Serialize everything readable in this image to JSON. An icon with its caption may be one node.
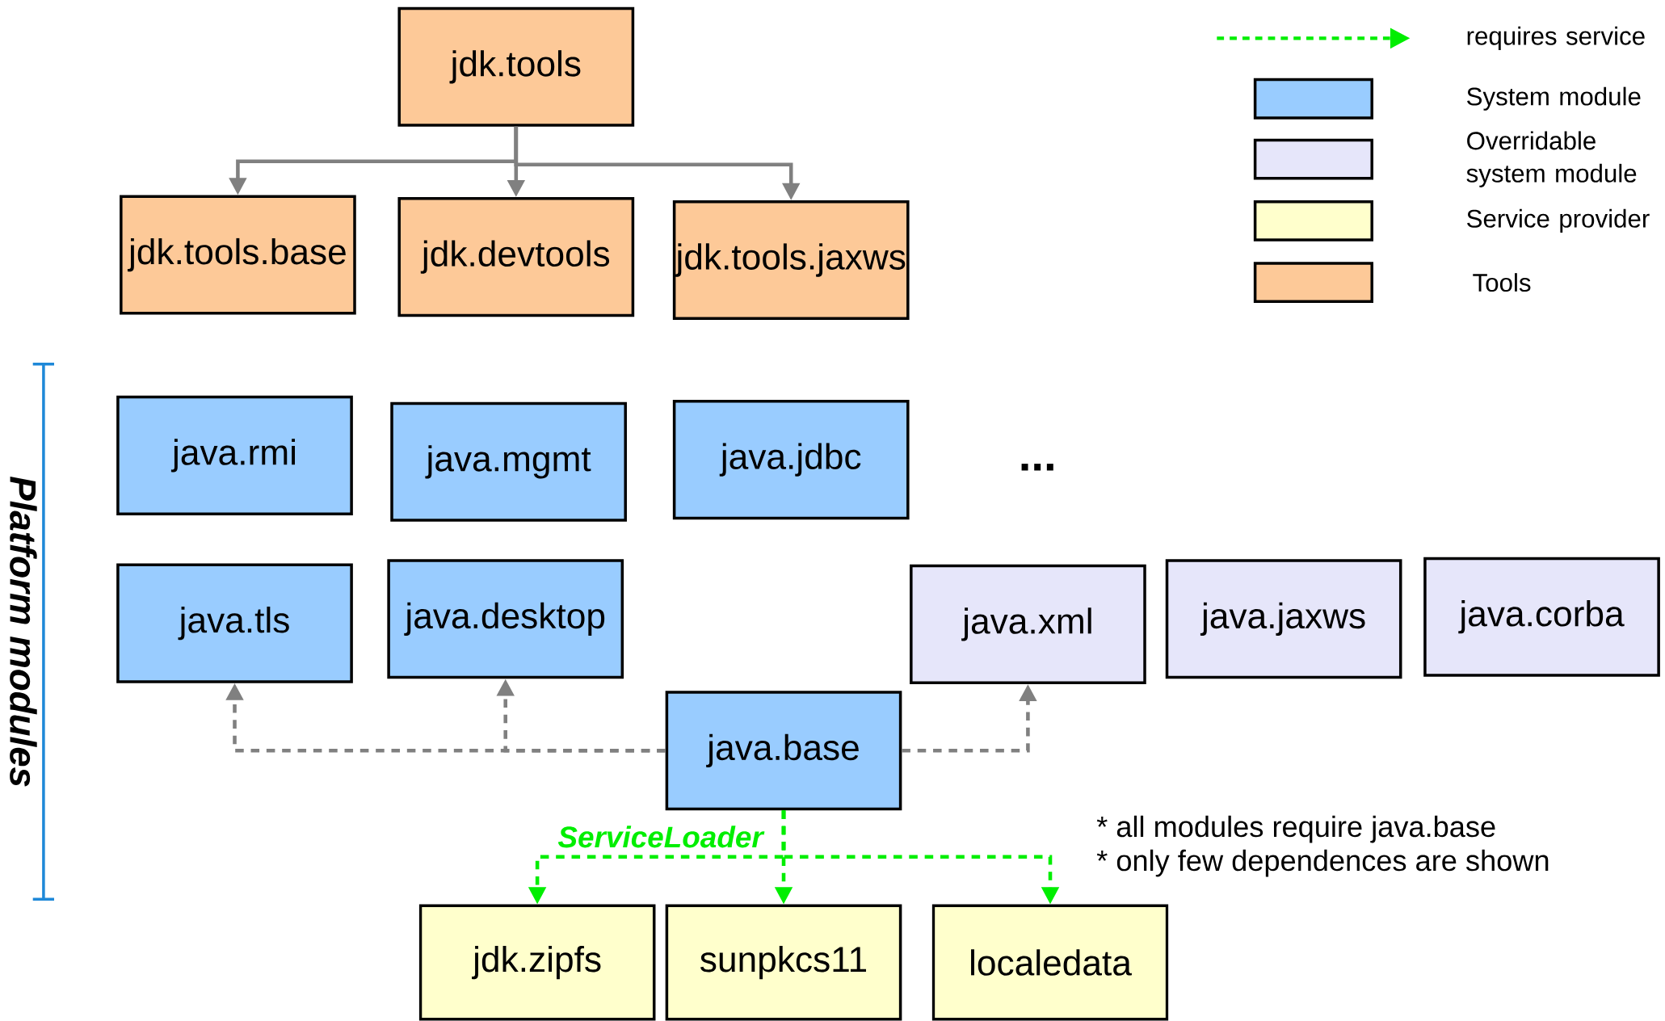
{
  "diagram": {
    "nodes": [
      {
        "text": [
          "jdk.tools"
        ]
      },
      {
        "text": [
          "jdk.tools.base"
        ]
      },
      {
        "text": [
          "jdk.devtools"
        ]
      },
      {
        "text": [
          "jdk.tools.jaxws"
        ]
      },
      {
        "text": [
          "java.rmi"
        ]
      },
      {
        "text": [
          "java.mgmt"
        ]
      },
      {
        "text": [
          "java.jdbc"
        ]
      },
      {
        "text": [
          "java.tls"
        ]
      },
      {
        "text": [
          "java.desktop"
        ]
      },
      {
        "text": [
          "java.xml"
        ]
      },
      {
        "text": [
          "java.jaxws"
        ]
      },
      {
        "text": [
          "java.corba"
        ]
      },
      {
        "text": [
          "java.base"
        ]
      },
      {
        "text": [
          "jdk.zipfs"
        ]
      },
      {
        "text": [
          "sunpkcs11"
        ]
      },
      {
        "text": [
          "localedata"
        ]
      }
    ],
    "edges": [
      {
        "from": 0,
        "to": 1,
        "arrow": "to"
      },
      {
        "from": 0,
        "to": 2,
        "arrow": "to"
      },
      {
        "from": 0,
        "to": 3,
        "arrow": "to"
      },
      {
        "from": 12,
        "to": 13,
        "arrow": "to",
        "style": "dashed",
        "color": "#00ee00",
        "label": "ServiceLoader"
      },
      {
        "from": 12,
        "to": 14,
        "arrow": "to",
        "style": "dashed",
        "color": "#00ee00"
      },
      {
        "from": 12,
        "to": 15,
        "arrow": "to",
        "style": "dashed",
        "color": "#00ee00"
      },
      {
        "from": 12,
        "to": 7,
        "arrow": "to",
        "style": "dashed"
      },
      {
        "from": 12,
        "to": 8,
        "arrow": "to",
        "style": "dashed"
      },
      {
        "from": 12,
        "to": 9,
        "arrow": "to",
        "style": "dashed"
      }
    ],
    "labels": [
      "...",
      "Platform modules",
      "* all modules require java.base",
      "* only few dependences are shown"
    ],
    "legend": [
      {
        "text": "requires service"
      },
      {
        "text": "System module",
        "color": "#99ccff"
      },
      {
        "text": "Overridable system module",
        "color": "#e6e6fa"
      },
      {
        "text": "Service provider",
        "color": "#ffffcc"
      },
      {
        "text": "Tools",
        "color": "#fdc998"
      }
    ]
  }
}
